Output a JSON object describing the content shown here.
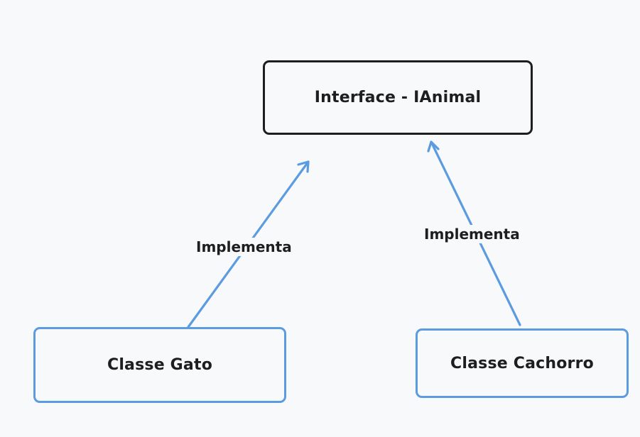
{
  "nodes": {
    "interface": {
      "label": "Interface - IAnimal"
    },
    "gato": {
      "label": "Classe Gato"
    },
    "cachorro": {
      "label": "Classe Cachorro"
    }
  },
  "edges": [
    {
      "from": "gato",
      "to": "interface",
      "label": "Implementa"
    },
    {
      "from": "cachorro",
      "to": "interface",
      "label": "Implementa"
    }
  ],
  "colors": {
    "interface_border": "#1e1e1e",
    "class_border": "#5b9bdf",
    "arrow": "#5b9bdf",
    "text": "#1e1e1e",
    "background": "#f8f9fb"
  }
}
